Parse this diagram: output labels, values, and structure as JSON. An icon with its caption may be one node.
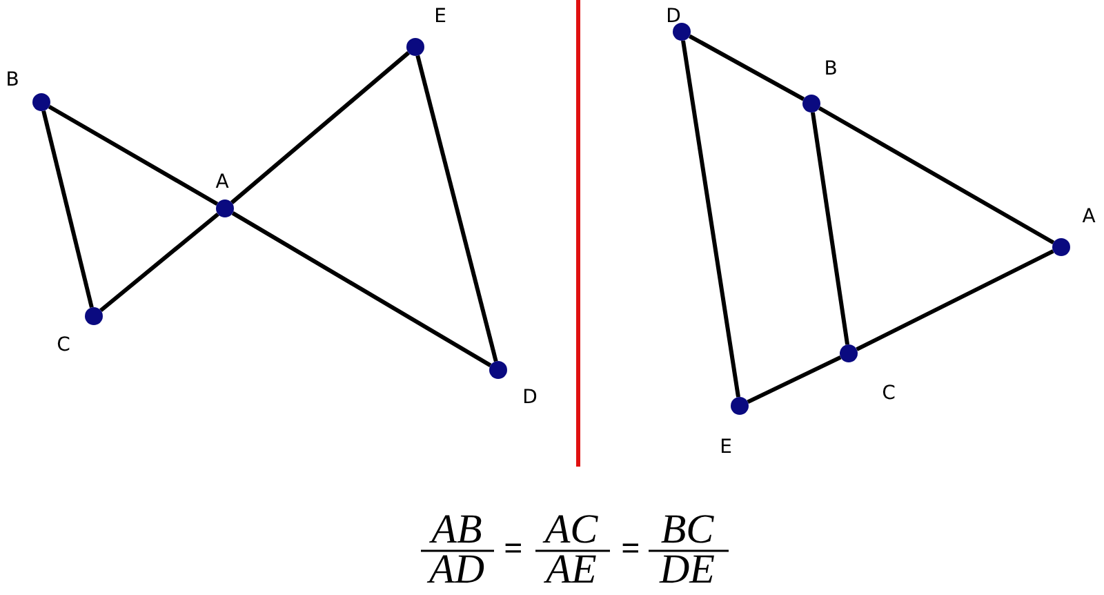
{
  "diagram": {
    "nodes": [
      {
        "text": [],
        "shape": "circle",
        "beside": [
          "B"
        ]
      },
      {
        "text": [],
        "shape": "circle",
        "beside": [
          "A"
        ]
      },
      {
        "text": [],
        "shape": "circle",
        "beside": [
          "E"
        ]
      },
      {
        "text": [],
        "shape": "circle",
        "beside": [
          "C"
        ]
      },
      {
        "text": [],
        "shape": "circle",
        "beside": [
          "D"
        ]
      },
      {
        "text": [],
        "shape": "circle",
        "beside": [
          "D"
        ]
      },
      {
        "text": [],
        "shape": "circle",
        "beside": [
          "B"
        ]
      },
      {
        "text": [],
        "shape": "circle",
        "beside": [
          "A"
        ]
      },
      {
        "text": [],
        "shape": "circle",
        "beside": [
          "C"
        ]
      },
      {
        "text": [],
        "shape": "circle",
        "beside": [
          "E"
        ]
      }
    ],
    "edges": [
      {
        "from": 0,
        "to": 1,
        "arrow": "none"
      },
      {
        "from": 1,
        "to": 4,
        "arrow": "none"
      },
      {
        "from": 3,
        "to": 1,
        "arrow": "none"
      },
      {
        "from": 1,
        "to": 2,
        "arrow": "none"
      },
      {
        "from": 0,
        "to": 3,
        "arrow": "none"
      },
      {
        "from": 2,
        "to": 4,
        "arrow": "none"
      },
      {
        "from": 5,
        "to": 6,
        "arrow": "none"
      },
      {
        "from": 6,
        "to": 7,
        "arrow": "none"
      },
      {
        "from": 7,
        "to": 8,
        "arrow": "none"
      },
      {
        "from": 8,
        "to": 9,
        "arrow": "none"
      },
      {
        "from": 5,
        "to": 9,
        "arrow": "none"
      },
      {
        "from": 6,
        "to": 8,
        "arrow": "none"
      }
    ],
    "labels": [
      "AB",
      "AD",
      "=",
      "AC",
      "AE",
      "=",
      "BC",
      "DE"
    ]
  }
}
